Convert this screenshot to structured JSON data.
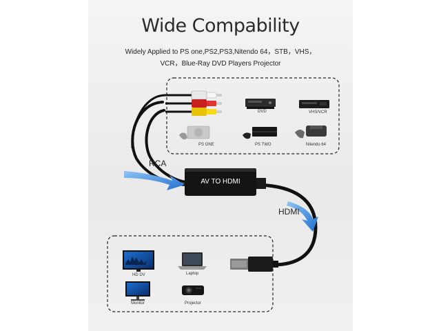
{
  "header": {
    "title": "Wide Compability",
    "subtitle_line1": "Widely Applied to PS one,PS2,PS3,Nitendo 64，STB，VHS，",
    "subtitle_line2": "VCR，Blue-Ray DVD Players Projector"
  },
  "sources": {
    "dvd": "DVD",
    "vhs_vcr": "VHS/VCR",
    "ps_one": "PS ONE",
    "ps_two": "PS TWO",
    "nitendo_64": "Nitendo 64"
  },
  "adapter": {
    "label": "AV TO HDMI",
    "input_tag": "RCA",
    "output_tag": "HDMI"
  },
  "outputs": {
    "hd_tv": "HD DV",
    "laptop": "Laptop",
    "monitor": "Monitor",
    "projector": "Projector"
  },
  "colors": {
    "arrow_blue": "#2f7fd9",
    "rca_white": "#f2f2f2",
    "rca_red": "#d32222",
    "rca_yellow": "#f4d20e",
    "adapter_black": "#141414"
  }
}
